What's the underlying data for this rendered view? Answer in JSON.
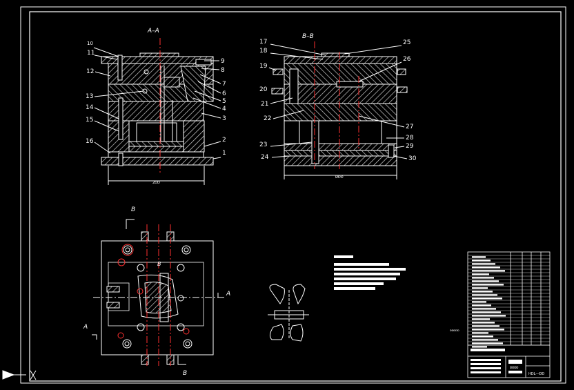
{
  "drawing": {
    "section_a_title": "A–A",
    "section_b_title": "B–B",
    "dimension_a": "2ÐÐ",
    "dimension_b": "ØÐÐ",
    "callouts_a": [
      "10",
      "11",
      "12",
      "13",
      "14",
      "15",
      "16",
      "9",
      "8",
      "7",
      "6",
      "5",
      "4",
      "3",
      "2",
      "1"
    ],
    "callouts_b": [
      "17",
      "18",
      "19",
      "20",
      "21",
      "22",
      "23",
      "24",
      "25",
      "26",
      "27",
      "28",
      "29",
      "30"
    ],
    "section_marks": {
      "b_top": "B",
      "b_bottom": "B",
      "a_left": "A",
      "a_right": "A",
      "b_center": "B"
    },
    "title_block_code": "HDL—ÐÐ",
    "title_block_label": "ÐÐÐÐ",
    "side_note": "ÐÐÐÐÐ"
  },
  "colors": {
    "background": "#000000",
    "line": "#ffffff",
    "centerline": "#ff3030",
    "accent": "#ff3030"
  }
}
